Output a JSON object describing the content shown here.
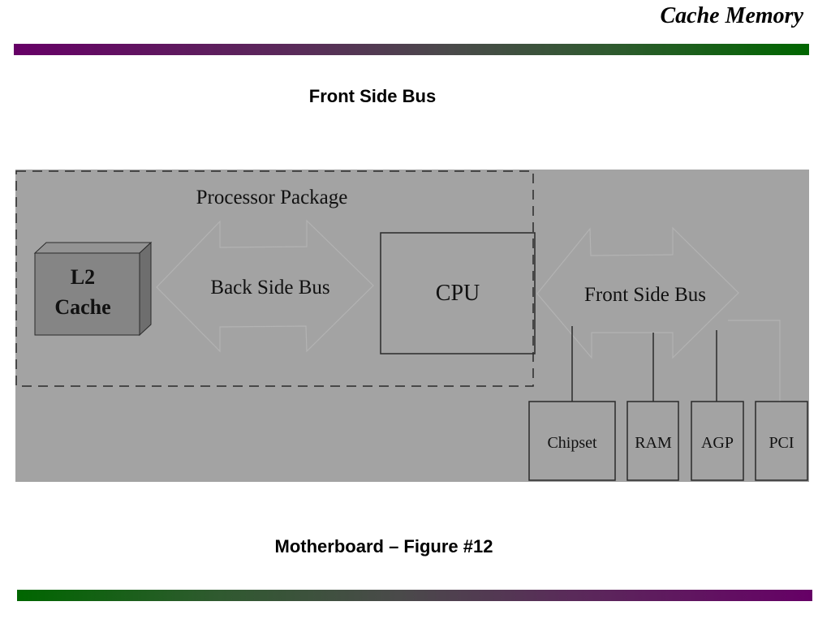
{
  "header": {
    "title": "Cache Memory"
  },
  "slide": {
    "subtitle": "Front Side Bus",
    "caption": "Motherboard – Figure #12"
  },
  "diagram": {
    "processor_package_label": "Processor Package",
    "l2_cache_line1": "L2",
    "l2_cache_line2": "Cache",
    "back_side_bus_label": "Back Side Bus",
    "cpu_label": "CPU",
    "front_side_bus_label": "Front Side Bus",
    "components": [
      {
        "label": "Chipset"
      },
      {
        "label": "RAM"
      },
      {
        "label": "AGP"
      },
      {
        "label": "PCI"
      }
    ],
    "colors": {
      "background": "#a3a3a3",
      "l2_cache_front": "#858585",
      "l2_cache_side": "#6e6e6e",
      "l2_cache_top": "#939393",
      "arrow_outline": "#b0b0b0",
      "line": "#2a2a2a"
    }
  },
  "colors": {
    "purple": "#660066",
    "green": "#006600"
  }
}
